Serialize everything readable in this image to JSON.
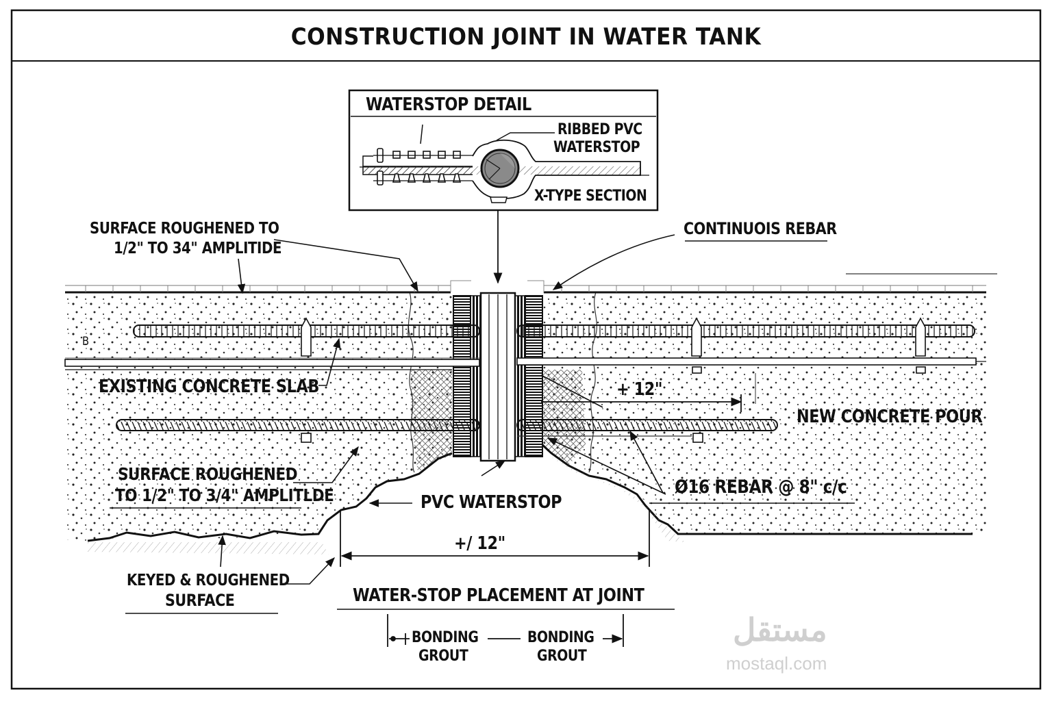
{
  "title": "CONSTRUCTION JOINT IN WATER TANK",
  "detail_box": {
    "title": "WATERSTOP DETAIL",
    "ribbed_label_line1": "RIBBED PVC",
    "ribbed_label_line2": "WATERSTOP",
    "section_label": "X-TYPE SECTION"
  },
  "labels": {
    "surface_top_line1": "SURFACE ROUGHENED TO",
    "surface_top_line2": "1/2\" TO 34\" AMPLITIDE",
    "continuous_rebar": "CONTINUOIS REBAR",
    "existing_slab": "EXISTING CONCRETE SLAB",
    "new_pour": "NEW CONCRETE POUR",
    "dim_right": "+ 12\"",
    "surface_bottom_line1": "SURFACE ROUGHENED",
    "surface_bottom_line2": "TO 1/2\" TO 3/4\" AMPLITLDE",
    "pvc_waterstop": "PVC WATERSTOP",
    "rebar_spec": "Ø16 REBAR @ 8\" c/c",
    "dim_bottom": "+/  12\"",
    "keyed_line1": "KEYED & ROUGHENED",
    "keyed_line2": "SURFACE",
    "placement": "WATER-STOP PLACEMENT  AT JOINT",
    "bonding_left_line1": "BONDING",
    "bonding_left_line2": "GROUT",
    "bonding_right_line1": "BONDING",
    "bonding_right_line2": "GROUT",
    "stray_mark": "B"
  },
  "watermark": {
    "arabic": "مستقل",
    "latin": "mostaql.com"
  },
  "colors": {
    "ink": "#111111",
    "paper": "#ffffff",
    "waterstop_bulb": "#8a8a8a",
    "watermark": "#cfcfcf"
  }
}
